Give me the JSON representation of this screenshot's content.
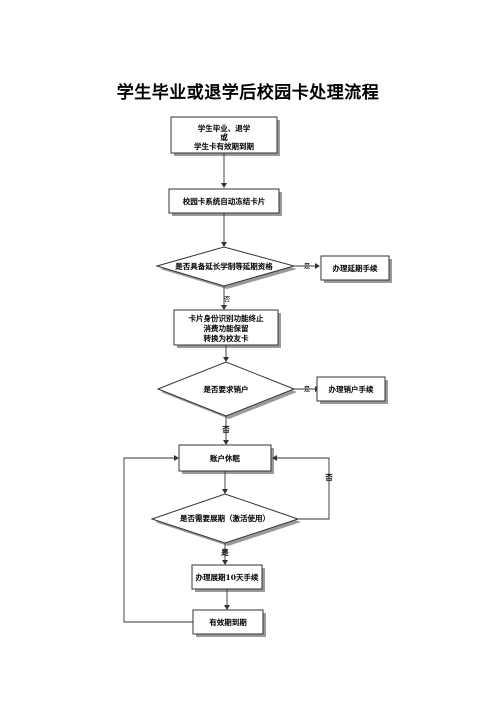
{
  "title": "学生毕业或退学后校园卡处理流程",
  "nodes": {
    "start": [
      "学生毕业、退学",
      "或",
      "学生卡有效期到期"
    ],
    "freeze": "校园卡系统自动冻结卡片",
    "decision_extend": "是否具备延长学制等延期资格",
    "extend_proc": "办理延期手续",
    "convert": [
      "卡片身份识别功能终止",
      "消费功能保留",
      "转换为校友卡"
    ],
    "decision_cancel": "是否要求销户",
    "cancel_proc": "办理销户手续",
    "dormant": "账户休眠",
    "decision_renew": "是否需要展期（激活使用）",
    "renew_proc": "办理展期10天手续",
    "expire": "有效期到期"
  },
  "labels": {
    "yes1": "是",
    "no1": "否",
    "yes2": "是",
    "no2": "否",
    "no3": "否",
    "yes3": "是"
  }
}
